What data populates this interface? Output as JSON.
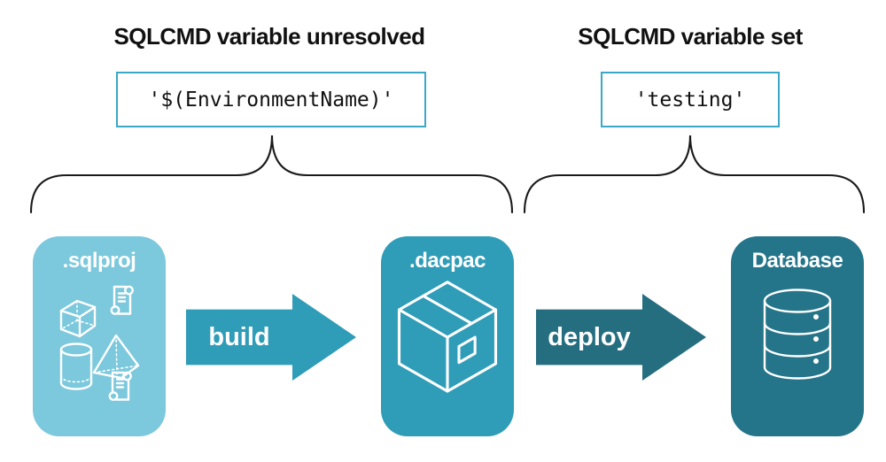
{
  "annotations": {
    "unresolved": {
      "heading": "SQLCMD variable unresolved",
      "code": "'$(EnvironmentName)'"
    },
    "set": {
      "heading": "SQLCMD variable set",
      "code": "'testing'"
    }
  },
  "pipeline": {
    "nodes": [
      {
        "label": ".sqlproj",
        "icon": "sql-objects-icon"
      },
      {
        "label": ".dacpac",
        "icon": "package-icon"
      },
      {
        "label": "Database",
        "icon": "database-icon"
      }
    ],
    "arrows": [
      {
        "label": "build"
      },
      {
        "label": "deploy"
      }
    ]
  },
  "colors": {
    "accent_border": "#3aa8c6",
    "sqlproj": "#7cc8dc",
    "dacpac": "#2f9cb8",
    "build": "#2f9cb8",
    "deploy": "#256e80",
    "database": "#24748a",
    "brace": "#1a1a1a"
  }
}
